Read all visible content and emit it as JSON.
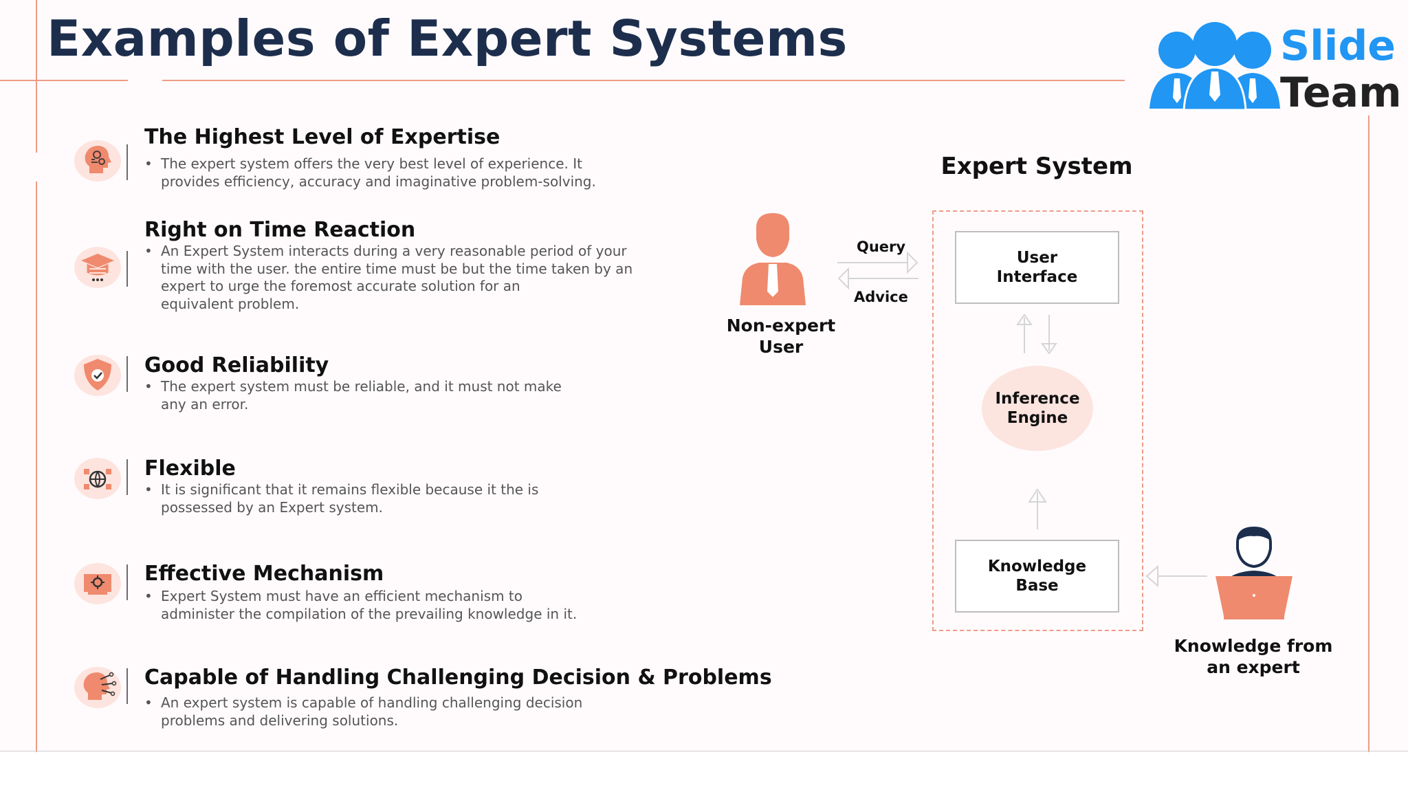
{
  "title": "Examples of Expert Systems",
  "logo": {
    "line1": "Slide",
    "line2": "Team"
  },
  "features": [
    {
      "icon": "head-gears-icon",
      "title": "The Highest Level of Expertise",
      "lines": [
        "The expert system offers the very best level of experience. It",
        "provides efficiency, accuracy and imaginative problem-solving."
      ]
    },
    {
      "icon": "graduation-cap-icon",
      "title": "Right on Time Reaction",
      "lines": [
        "An Expert System interacts during a very reasonable period of your",
        "time with the user. the entire time must be but the time taken by an",
        "expert to urge the foremost accurate solution for an",
        "equivalent problem."
      ]
    },
    {
      "icon": "shield-check-icon",
      "title": "Good Reliability",
      "lines": [
        "The expert system must be reliable, and it must not make",
        "any an error."
      ]
    },
    {
      "icon": "globe-network-icon",
      "title": "Flexible",
      "lines": [
        "It is significant that it remains flexible because it the is",
        "possessed by an Expert system."
      ]
    },
    {
      "icon": "monitor-gear-icon",
      "title": "Effective Mechanism",
      "lines": [
        "Expert System must have an efficient mechanism to",
        "administer the compilation of the prevailing knowledge in it."
      ]
    },
    {
      "icon": "head-circuit-icon",
      "title": "Capable of Handling Challenging Decision & Problems",
      "lines": [
        "An expert system is capable of handling challenging decision",
        "problems and delivering solutions."
      ]
    }
  ],
  "diagram": {
    "title": "Expert System",
    "non_expert": [
      "Non-expert",
      "User"
    ],
    "query": "Query",
    "advice": "Advice",
    "user_interface": [
      "User",
      "Interface"
    ],
    "inference_engine": [
      "Inference",
      "Engine"
    ],
    "knowledge_base": [
      "Knowledge",
      "Base"
    ],
    "expert": [
      "Knowledge from",
      "an expert"
    ]
  },
  "colors": {
    "accent": "#ef8a6e",
    "title": "#1d2e4d",
    "logo_blue": "#2196f3",
    "border": "#ef9a86"
  }
}
